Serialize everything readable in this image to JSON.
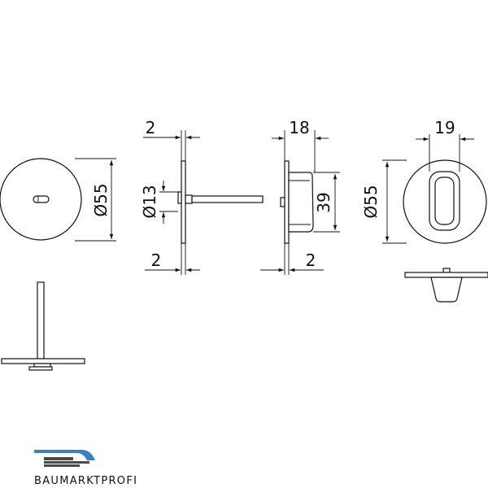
{
  "dimensions": {
    "rosette_diameter_front": "Ø55",
    "spindle_plate_thickness_top": "2",
    "spindle_diameter": "Ø13",
    "spindle_plate_thickness_bottom": "2",
    "turn_depth": "18",
    "turn_height": "39",
    "turn_plate_thickness": "2",
    "thumbturn_width": "19",
    "rosette_diameter_turn": "Ø55"
  },
  "logo": {
    "text": "BAUMARKTPROFI",
    "colors": {
      "blue": "#3a7fc4",
      "dark": "#4a4a4a",
      "text": "#3a3a3a"
    }
  }
}
